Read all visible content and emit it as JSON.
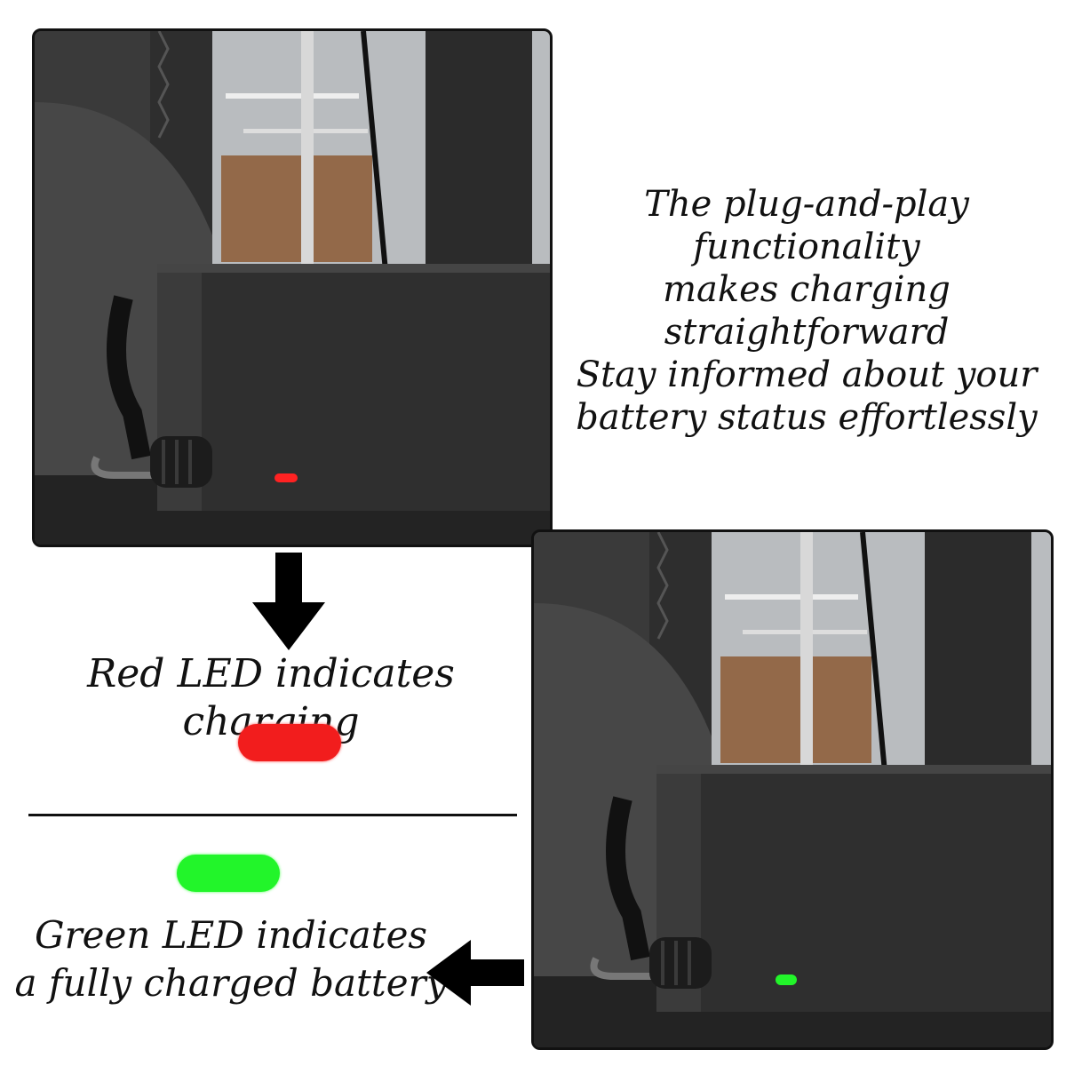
{
  "intro": {
    "lines": [
      "The plug-and-play functionality",
      "makes charging straightforward",
      "Stay informed about your",
      "battery status effortlessly"
    ]
  },
  "red_led": {
    "caption": "Red LED indicates charging",
    "color": "#f21d1d"
  },
  "green_led": {
    "lines": [
      "Green LED indicates",
      "a fully charged battery"
    ],
    "color": "#22f52a"
  },
  "icons": {
    "down_arrow": "arrow-down-icon",
    "left_arrow": "arrow-left-icon"
  }
}
